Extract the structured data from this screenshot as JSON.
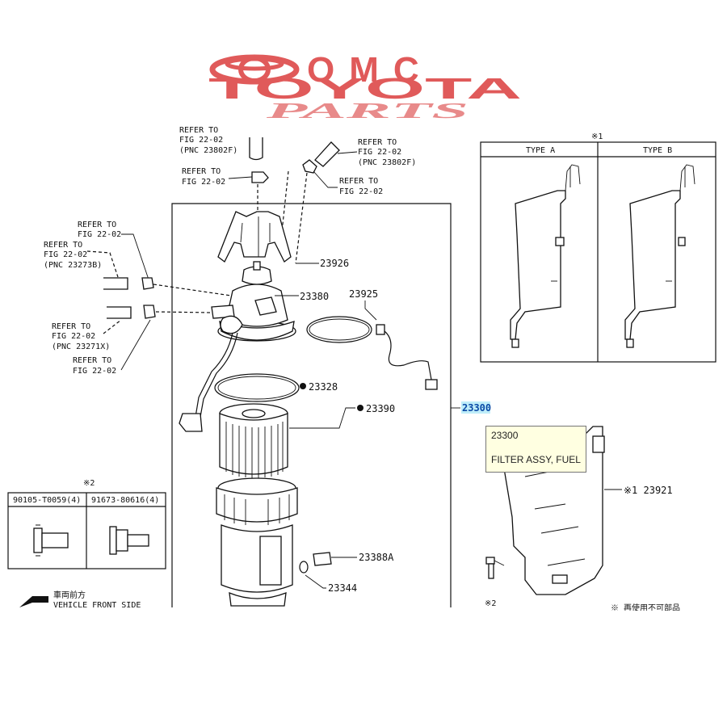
{
  "logo": {
    "line1": "OMC",
    "line2": "TOYOTA",
    "line3": "PARTS",
    "color": "#e05a5a"
  },
  "refs": {
    "r1": [
      "REFER TO",
      "FIG 22-02",
      "(PNC 23802F)"
    ],
    "r2": [
      "REFER TO",
      "FIG 22-02"
    ],
    "r3": [
      "REFER TO",
      "FIG 22-02",
      "(PNC 23802F)"
    ],
    "r4": [
      "REFER TO",
      "FIG 22-02"
    ],
    "r5": [
      "REFER TO",
      "FIG 22-02"
    ],
    "r6": [
      "REFER TO",
      "FIG 22-02",
      "(PNC 23273B)"
    ],
    "r7": [
      "REFER TO",
      "FIG 22-02",
      "(PNC 23271X)"
    ],
    "r8": [
      "REFER TO",
      "FIG 22-02"
    ]
  },
  "parts": {
    "p23926": "23926",
    "p23380": "23380",
    "p23925": "23925",
    "p23328": "23328",
    "p23390": "23390",
    "p23300": "23300",
    "p23388A": "23388A",
    "p23344": "23344",
    "p23921": "※1 23921"
  },
  "types": {
    "note": "※1",
    "typeA": "TYPE A",
    "typeB": "TYPE B"
  },
  "bolts": {
    "note": "※2",
    "b1": "90105-T0059(4)",
    "b2": "91673-80616(4)",
    "boltNote": "※2"
  },
  "front": {
    "jp": "車両前方",
    "en": "VEHICLE FRONT SIDE"
  },
  "footnote": "※ 再使用不可部品",
  "tooltip": {
    "code": "23300",
    "name": "FILTER ASSY, FUEL"
  },
  "colors": {
    "highlight": "#00b7e8",
    "tooltip_bg": "#ffffe1"
  }
}
